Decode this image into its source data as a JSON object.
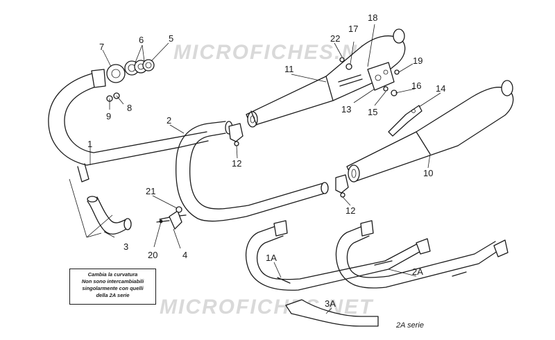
{
  "watermark": "MICROFICHES.NET",
  "callouts": {
    "p1": "1",
    "p1a": "1A",
    "p2": "2",
    "p2a": "2A",
    "p3": "3",
    "p3a": "3A",
    "p4": "4",
    "p5": "5",
    "p6": "6",
    "p7": "7",
    "p8": "8",
    "p9": "9",
    "p10": "10",
    "p11": "11",
    "p12a": "12",
    "p12b": "12",
    "p13": "13",
    "p14": "14",
    "p15": "15",
    "p16": "16",
    "p17": "17",
    "p18": "18",
    "p19": "19",
    "p20": "20",
    "p21": "21",
    "p22": "22"
  },
  "note": {
    "line1": "Cambia la curvatura",
    "line2": "Non sono intercambiabili",
    "line3": "singolarmente con quelli",
    "line4": "della 2A serie"
  },
  "series_label": "2A serie"
}
